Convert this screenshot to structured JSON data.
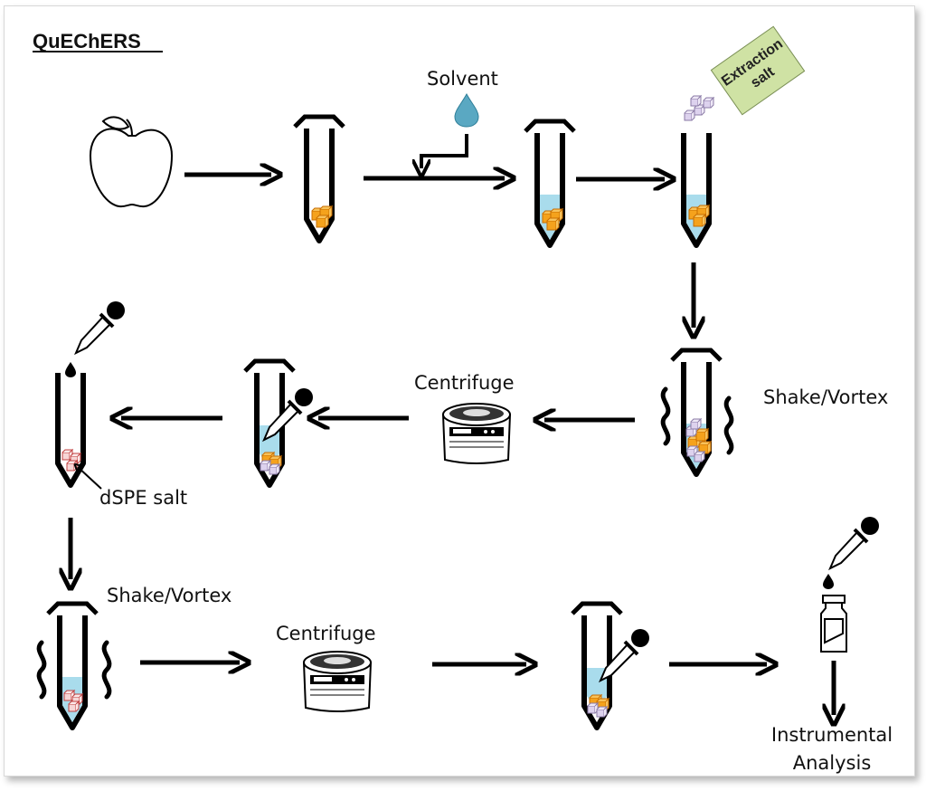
{
  "title": "QuEChERS",
  "labels": {
    "solvent": "Solvent",
    "extraction_salt_line1": "Extraction",
    "extraction_salt_line2": "salt",
    "shake_vortex_1": "Shake/Vortex",
    "centrifuge_1": "Centrifuge",
    "dspe_salt": "dSPE salt",
    "shake_vortex_2": "Shake/Vortex",
    "centrifuge_2": "Centrifuge",
    "instrumental_line1": "Instrumental",
    "instrumental_line2": "Analysis"
  },
  "colors": {
    "liquid": "#a9dcec",
    "sample_cube": "#f5a21c",
    "salt_cube": "#ddd2ee",
    "dspe_cube": "#f7d6d6",
    "drop": "#5aa8c2",
    "salt_box": "#cfe2a4"
  },
  "icons": [
    "apple-icon",
    "tube-icon",
    "solvent-drop-icon",
    "extraction-salt-box-icon",
    "centrifuge-icon",
    "pipette-icon",
    "vial-icon",
    "arrow-icon"
  ]
}
